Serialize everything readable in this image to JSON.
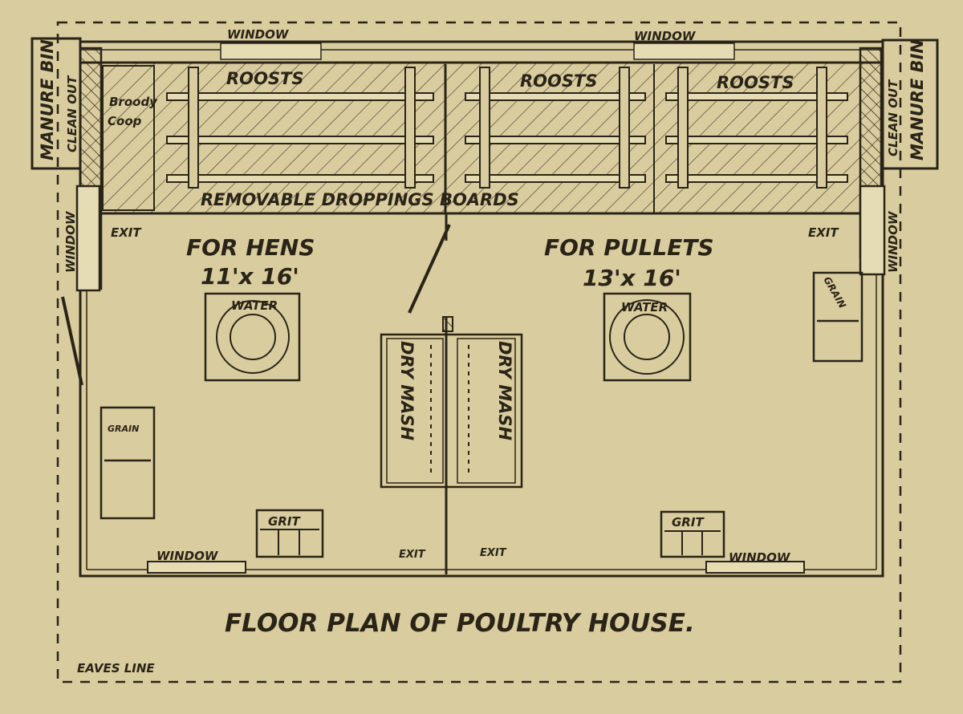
{
  "title": "FLOOR PLAN OF POULTRY HOUSE.",
  "eaves_line": "EAVES LINE",
  "top_windows": [
    "WINDOW",
    "WINDOW"
  ],
  "manure_bins": [
    "MANURE BIN",
    "MANURE BIN"
  ],
  "clean_outs": [
    "CLEAN OUT",
    "CLEAN OUT"
  ],
  "broody_coop": [
    "Broody",
    "Coop"
  ],
  "roosts": [
    "ROOSTS",
    "ROOSTS",
    "ROOSTS"
  ],
  "dropping_boards": "REMOVABLE DROPPINGS BOARDS",
  "side_windows": [
    "WINDOW",
    "WINDOW"
  ],
  "exits": [
    "EXIT",
    "EXIT",
    "EXIT",
    "EXIT"
  ],
  "hens": {
    "label": "FOR HENS",
    "size": "11'x 16'"
  },
  "pullets": {
    "label": "FOR PULLETS",
    "size": "13'x 16'"
  },
  "water": [
    "WATER",
    "WATER"
  ],
  "dry_mash": [
    "DRY MASH",
    "DRY MASH"
  ],
  "grain": [
    "GRAIN",
    "GRAIN"
  ],
  "grit": [
    "GRIT",
    "GRIT"
  ],
  "bottom_windows": [
    "WINDOW",
    "WINDOW"
  ]
}
